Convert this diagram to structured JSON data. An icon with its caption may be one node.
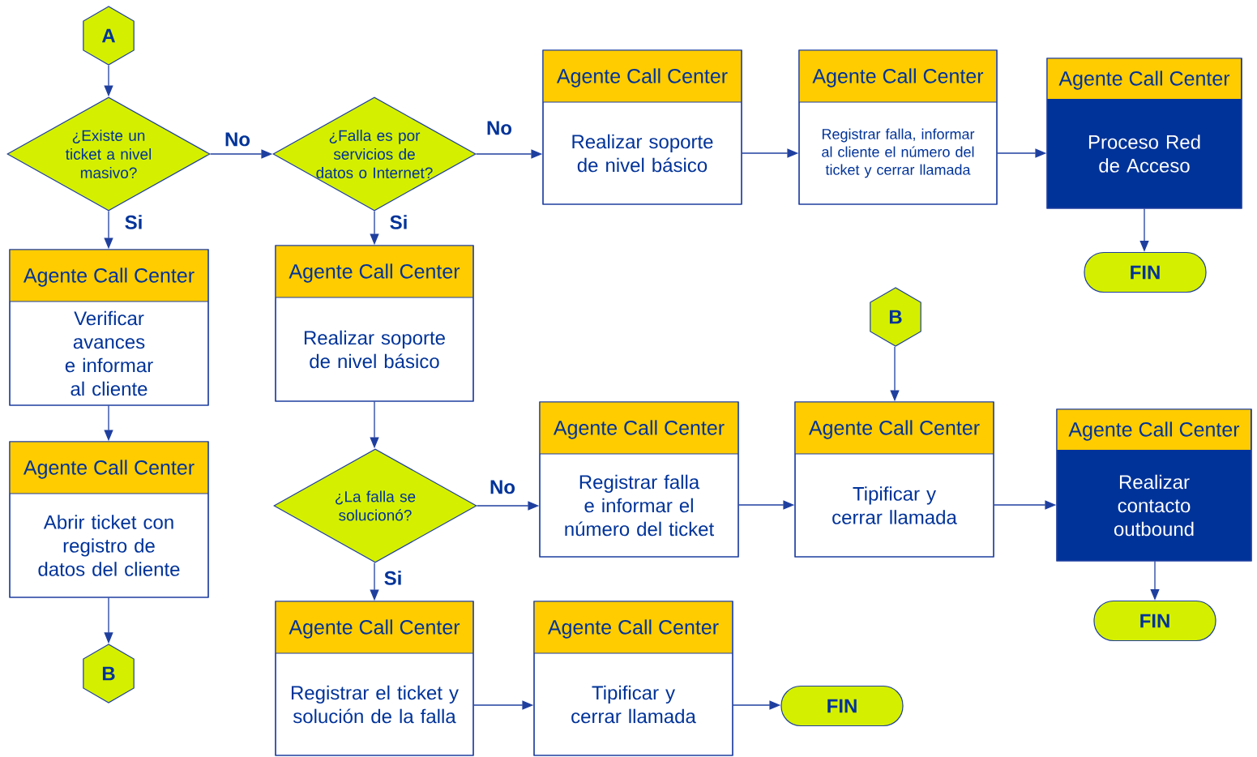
{
  "diagram": {
    "nodes": [
      {
        "text": [
          "A"
        ]
      },
      {
        "text": [
          "¿Existe un ticket a nivel masivo?"
        ]
      },
      {
        "text": [
          "¿Falla es por servicios de datos o Internet?"
        ]
      },
      {
        "text": [
          "Agente Call Center",
          "Realizar soporte de nivel básico"
        ]
      },
      {
        "text": [
          "Agente Call Center",
          "Registrar falla, informar al cliente el número del ticket y cerrar llamada"
        ]
      },
      {
        "text": [
          "Agente Call Center",
          "Proceso Red de Acceso"
        ]
      },
      {
        "text": [
          "FIN"
        ]
      },
      {
        "text": [
          "Agente Call Center",
          "Verificar avances e informar al cliente"
        ]
      },
      {
        "text": [
          "Agente Call Center",
          "Realizar soporte de nivel básico"
        ]
      },
      {
        "text": [
          "B"
        ]
      },
      {
        "text": [
          "¿La falla se solucionó?"
        ]
      },
      {
        "text": [
          "Agente Call Center",
          "Registrar falla e informar el número del ticket"
        ]
      },
      {
        "text": [
          "Agente Call Center",
          "Tipificar y cerrar llamada"
        ]
      },
      {
        "text": [
          "Agente Call Center",
          "Realizar contacto outbound"
        ]
      },
      {
        "text": [
          "Agente Call Center",
          "Abrir ticket con registro de datos del cliente"
        ]
      },
      {
        "text": [
          "FIN"
        ]
      },
      {
        "text": [
          "Agente Call Center",
          "Registrar el ticket y solución de la falla"
        ]
      },
      {
        "text": [
          "Agente Call Center",
          "Tipificar y cerrar llamada"
        ]
      },
      {
        "text": [
          "FIN"
        ]
      },
      {
        "text": [
          "B"
        ]
      }
    ],
    "edges": [
      {
        "from": 0,
        "to": 1,
        "arrow": "to"
      },
      {
        "from": 1,
        "to": 2,
        "arrow": "to",
        "label": "No"
      },
      {
        "from": 2,
        "to": 3,
        "arrow": "to",
        "label": "No"
      },
      {
        "from": 3,
        "to": 4,
        "arrow": "to"
      },
      {
        "from": 4,
        "to": 5,
        "arrow": "to"
      },
      {
        "from": 5,
        "to": 6,
        "arrow": "to"
      },
      {
        "from": 1,
        "to": 7,
        "arrow": "to",
        "label": "Si"
      },
      {
        "from": 7,
        "to": 14,
        "arrow": "to"
      },
      {
        "from": 14,
        "to": 19,
        "arrow": "to"
      },
      {
        "from": 2,
        "to": 8,
        "arrow": "to",
        "label": "Si"
      },
      {
        "from": 8,
        "to": 10,
        "arrow": "to"
      },
      {
        "from": 10,
        "to": 11,
        "arrow": "to",
        "label": "No"
      },
      {
        "from": 11,
        "to": 12,
        "arrow": "to"
      },
      {
        "from": 9,
        "to": 12,
        "arrow": "to"
      },
      {
        "from": 12,
        "to": 13,
        "arrow": "to"
      },
      {
        "from": 13,
        "to": 15,
        "arrow": "to"
      },
      {
        "from": 10,
        "to": 16,
        "arrow": "to",
        "label": "Si"
      },
      {
        "from": 16,
        "to": 17,
        "arrow": "to"
      },
      {
        "from": 17,
        "to": 18,
        "arrow": "to"
      }
    ]
  }
}
